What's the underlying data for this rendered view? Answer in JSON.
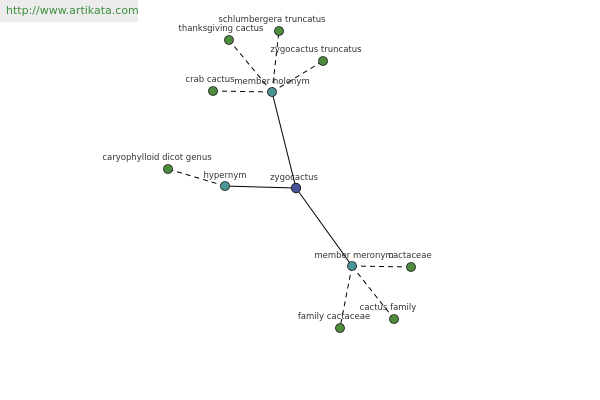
{
  "watermark": {
    "text": "http://www.artikata.com"
  },
  "colors": {
    "center": "#4a4f9a",
    "relation": "#4a9595",
    "leaf": "#4c8c3c",
    "edge": "#000000"
  },
  "graph": {
    "center": {
      "id": "zygocactus",
      "label": "zygocactus",
      "kind": "center"
    },
    "relations": [
      {
        "id": "member-holonym",
        "label": "member holonym",
        "kind": "relation",
        "leaves": [
          "crab cactus",
          "thanksgiving cactus",
          "schlumbergera truncatus",
          "zygocactus truncatus"
        ]
      },
      {
        "id": "hypernym",
        "label": "hypernym",
        "kind": "relation",
        "leaves": [
          "caryophylloid dicot genus"
        ]
      },
      {
        "id": "member-meronym",
        "label": "member meronym",
        "kind": "relation",
        "leaves": [
          "cactaceae",
          "cactus family",
          "family cactaceae"
        ]
      }
    ]
  }
}
